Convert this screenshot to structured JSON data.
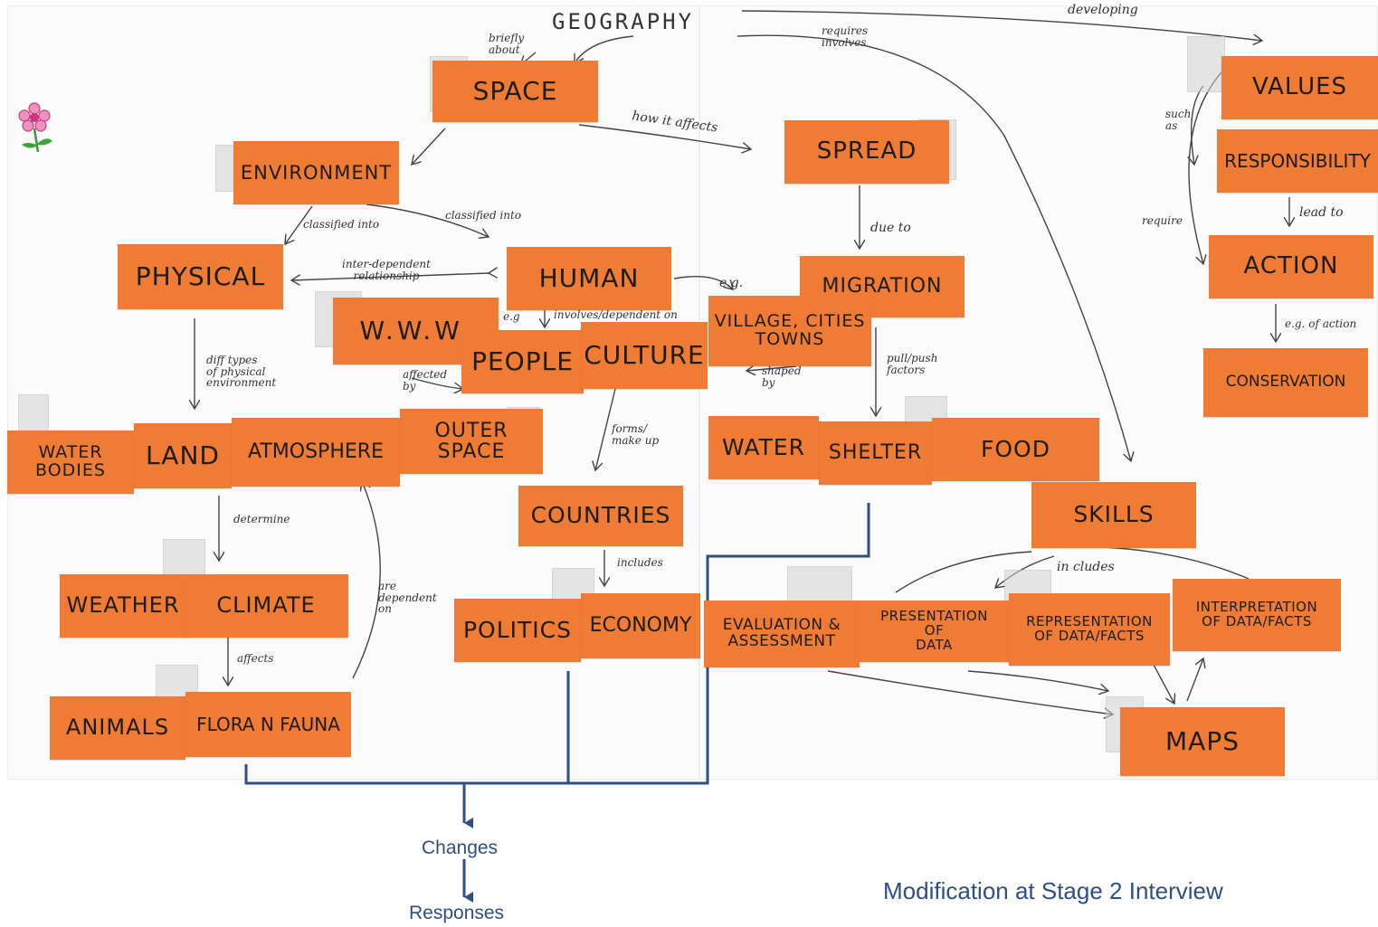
{
  "title": "GEOGRAPHY",
  "caption": "Modification at Stage 2 Interview",
  "outcomes": {
    "changes": "Changes",
    "responses": "Responses"
  },
  "colors": {
    "sticky": "#ef7b35",
    "bracket": "#2e4f80"
  },
  "icons": {
    "flower": "flower-icon"
  },
  "concepts": {
    "space": "SPACE",
    "environment": "ENVIRONMENT",
    "spread": "SPREAD",
    "migration": "MIGRATION",
    "physical": "PHYSICAL",
    "human": "HUMAN",
    "www": "W.W.W.",
    "people": "PEOPLE",
    "culture": "CULTURE",
    "village": "VILLAGE, CITIES\nTOWNS",
    "water_bodies": "WATER\nBODIES",
    "land": "LAND",
    "atmosphere": "ATMOSPHERE",
    "outer_space": "OUTER\nSPACE",
    "water": "WATER",
    "shelter": "SHELTER",
    "food": "FOOD",
    "countries": "COUNTRIES",
    "weather": "WEATHER",
    "climate": "CLIMATE",
    "animals": "ANIMALS",
    "flora_fauna": "FLORA n FAUNA",
    "politics": "POLITICS",
    "economy": "ECONOMY",
    "evaluation": "EVALUATION &\nASSESSMENT",
    "presentation": "PRESENTATION\nOF\nDATA",
    "representation": "REPRESENTATION\nOF DATA/FACTS",
    "interpretation": "INTERPRETATION\nOF DATA/FACTS",
    "maps": "MAPS",
    "skills": "SKILLS",
    "values": "VALUES",
    "responsibility": "RESPONSIBILITY",
    "action": "ACTION",
    "conservation": "CONSERVATION"
  },
  "links": {
    "briefly_about": "briefly\nabout",
    "requires_involves": "requires\ninvolves",
    "developing": "developing",
    "how_it_affects": "how it affects",
    "due_to": "due to",
    "classified_into_1": "classified into",
    "classified_into_2": "classified into",
    "interdependent": "inter-dependent\nrelationship",
    "eg": "e.g.",
    "eg2": "e.g",
    "involves_dependent": "involves/dependent on",
    "diff_types": "diff types\nof physical\nenvironment",
    "affected_by": "affected\nby",
    "shaped_by": "shaped\nby",
    "pull_push": "pull/push\nfactors",
    "forms_makeup": "forms/\nmake up",
    "determine": "determine",
    "are_dependent_on": "are\ndependent\non",
    "includes": "includes",
    "affects": "affects",
    "in_cludes": "in cludes",
    "such_as": "such\nas",
    "require": "require",
    "lead_to": "lead to",
    "eg_of_action": "e.g. of action"
  }
}
